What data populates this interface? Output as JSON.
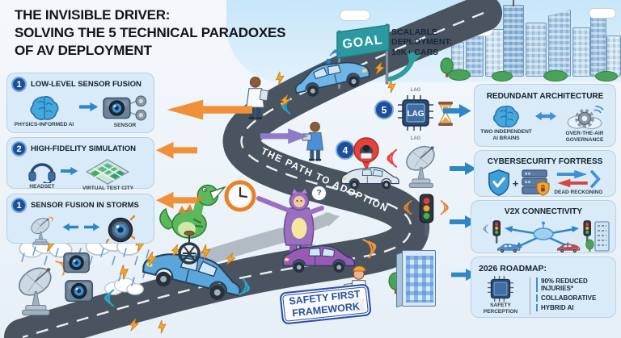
{
  "title": {
    "line1": "THE INVISIBLE DRIVER:",
    "line2": "SOLVING THE 5 TECHNICAL PARADOXES",
    "line3": "OF AV DEPLOYMENT"
  },
  "goal": {
    "flag": "GOAL",
    "line1": "SCALABLE",
    "line2": "DEPLOYMENT:",
    "line3": "10K+ CARS"
  },
  "road": {
    "label": "THE PATH TO ADOPTION"
  },
  "stamp": {
    "line1": "SAFETY FIRST",
    "line2": "FRAMEWORK"
  },
  "misc": {
    "question": "?",
    "plus": "+"
  },
  "panels": {
    "sensor_fusion": {
      "badge": "1",
      "title": "LOW-LEVEL SENSOR FUSION",
      "item1": "PHYSICS-INFORMED AI",
      "item2": "SENSOR"
    },
    "simulation": {
      "badge": "2",
      "title": "HIGH-FIDELITY SIMULATION",
      "item1": "HEADSET",
      "item2": "VIRTUAL TEST CITY"
    },
    "storms": {
      "badge": "1",
      "title": "SENSOR FUSION IN STORMS"
    },
    "redundant": {
      "badge": "5",
      "title": "REDUNDANT ARCHITECTURE",
      "chip_label": "LAG",
      "chip_caption_top": "LAG",
      "chip_caption_bottom": "LAG",
      "item1": "TWO INDEPENDENT AI BRAINS",
      "item2": "OVER-THE-AIR GOVERNANCE"
    },
    "cybersecurity": {
      "badge": "4",
      "title": "CYBERSECURITY FORTRESS",
      "item1": "DEAD RECKONING"
    },
    "v2x": {
      "title": "V2X CONNECTIVITY"
    },
    "roadmap": {
      "title": "2026 ROADMAP:",
      "item1": "SAFETY PERCEPTION",
      "bullet1": "90% REDUCED INJURIES*",
      "bullet2": "COLLABORATIVE",
      "bullet3": "HYBRID AI"
    }
  },
  "colors": {
    "panel_blue": "#d9eaf8",
    "badge_blue": "#1d4f9c",
    "road_gray": "#4a5460",
    "goal_teal": "#2b9aa0",
    "arrow_orange": "#f0913a",
    "arrow_blue": "#2f86c4",
    "arrow_purple": "#8f7cc9",
    "alert_red": "#e8413c",
    "stamp_blue": "#2b4ea0"
  }
}
